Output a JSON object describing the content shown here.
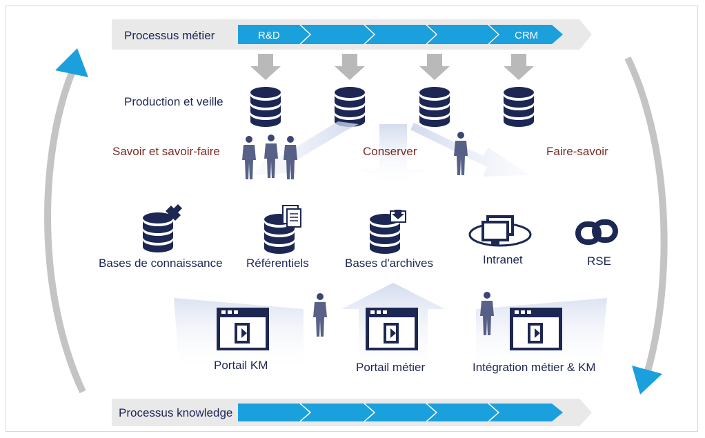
{
  "top_band": {
    "label": "Processus métier",
    "segments": [
      "R&D",
      "",
      "",
      "",
      "CRM"
    ]
  },
  "bottom_band": {
    "label": "Processus knowledge",
    "segments": [
      "",
      "",
      "",
      "",
      ""
    ]
  },
  "row_production": {
    "label": "Production et veille"
  },
  "flows": {
    "left": "Savoir et savoir-faire",
    "center": "Conserver",
    "right": "Faire-savoir"
  },
  "repositories": {
    "kb": "Bases de connaissance",
    "ref": "Référentiels",
    "archives": "Bases d'archives",
    "intranet": "Intranet",
    "rse": "RSE"
  },
  "portals": {
    "km": "Portail KM",
    "metier": "Portail métier",
    "integration": "Intégration métier & KM"
  },
  "colors": {
    "navy": "#1d2754",
    "blue": "#1aa0dc",
    "grey_band": "#e9e9ea",
    "arrow_grey": "#b9b9b9",
    "accent_red": "#7a2a24"
  }
}
